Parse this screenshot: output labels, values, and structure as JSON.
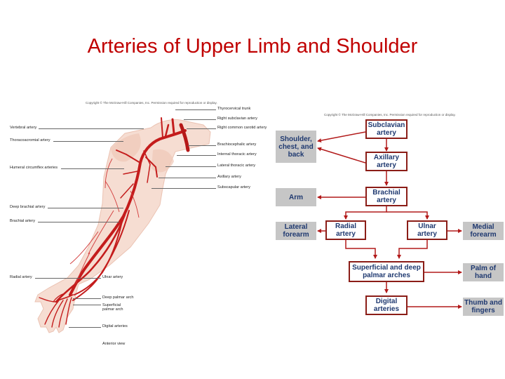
{
  "title": "Arteries of Upper Limb and Shoulder",
  "illustration": {
    "copyright": "Copyright © The McGraw-Hill Companies, Inc. Permission required for reproduction or display.",
    "labels_right": [
      "Thyrocervical trunk",
      "Right subclavian artery",
      "Right common carotid artery",
      "Brachiocephalic artery",
      "Internal thoracic artery",
      "Lateral thoracic artery",
      "Axillary artery",
      "Subscapular artery",
      "Ulnar artery",
      "Deep palmar arch",
      "Superficial palmar arch",
      "Digital arteries",
      "Anterior view"
    ],
    "labels_left": [
      "Vertebral artery",
      "Thoracoacromial artery",
      "Humeral circumflex arteries",
      "Deep brachial artery",
      "Brachial artery",
      "Radial artery"
    ]
  },
  "flowchart": {
    "copyright": "Copyright © The McGraw-Hill Companies, Inc. Permission required for reproduction or display.",
    "arteries": {
      "subclavian": "Subclavian\nartery",
      "axillary": "Axillary\nartery",
      "brachial": "Brachial\nartery",
      "radial": "Radial\nartery",
      "ulnar": "Ulnar\nartery",
      "palmar": "Superficial and deep\npalmar arches",
      "digital": "Digital\narteries"
    },
    "regions": {
      "shoulder": "Shoulder,\nchest, and\nback",
      "arm": "Arm",
      "lateral_forearm": "Lateral\nforearm",
      "medial_forearm": "Medial\nforearm",
      "palm": "Palm of\nhand",
      "thumb": "Thumb and\nfingers"
    },
    "colors": {
      "artery_border": "#8b1d17",
      "artery_text": "#1f3970",
      "region_fill": "#c6c6c6",
      "arrow": "#b21a1a",
      "title": "#c00000"
    }
  }
}
